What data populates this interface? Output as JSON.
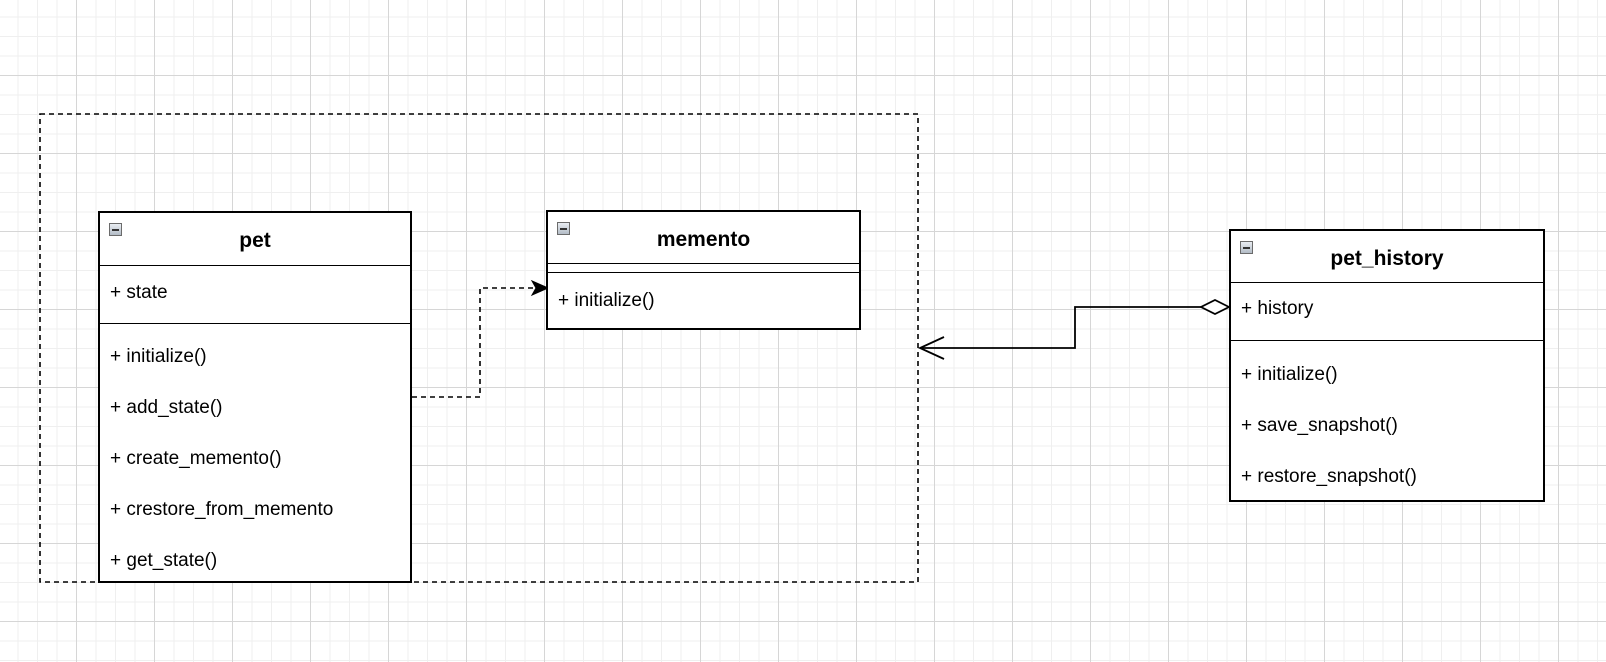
{
  "classes": {
    "pet": {
      "name": "pet",
      "attributes": [
        "+ state"
      ],
      "operations": [
        "+ initialize()",
        "+ add_state()",
        "+ create_memento()",
        "+ crestore_from_memento",
        "+ get_state()"
      ]
    },
    "memento": {
      "name": "memento",
      "attributes": [],
      "operations": [
        "+ initialize()"
      ]
    },
    "pet_history": {
      "name": "pet_history",
      "attributes": [
        "+ history"
      ],
      "operations": [
        "+ initialize()",
        "+ save_snapshot()",
        "+ restore_snapshot()"
      ]
    }
  },
  "relations": [
    {
      "type": "dependency",
      "from": "pet",
      "to": "memento",
      "style": "dashed",
      "arrow": "filled-open"
    },
    {
      "type": "association",
      "from": "pet_history",
      "to": "package-group",
      "start_marker": "open-diamond",
      "end_marker": "open-arrow"
    }
  ],
  "colors": {
    "line": "#000000",
    "grid_major": "#d6d6d6",
    "grid_minor": "#efefef",
    "background": "#ffffff"
  },
  "icons": {
    "collapse": "collapse-minus-icon"
  }
}
